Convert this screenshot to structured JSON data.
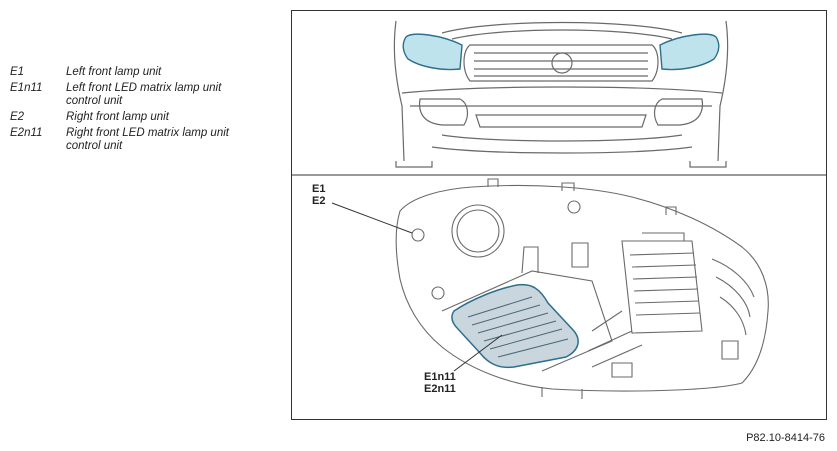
{
  "legend": [
    {
      "code": "E1",
      "description": "Left front lamp unit"
    },
    {
      "code": "E1n11",
      "description": "Left front LED matrix lamp unit control unit"
    },
    {
      "code": "E2",
      "description": "Right front lamp unit"
    },
    {
      "code": "E2n11",
      "description": "Right front LED matrix lamp unit control unit"
    }
  ],
  "callouts": {
    "lamp_1": "E1",
    "lamp_2": "E2",
    "control_1": "E1n11",
    "control_2": "E2n11"
  },
  "figure_id": "P82.10-8414-76",
  "colors": {
    "highlight": "#bfe3ec",
    "highlight_stroke": "#2d6f8c",
    "line": "#6a6a6a"
  }
}
